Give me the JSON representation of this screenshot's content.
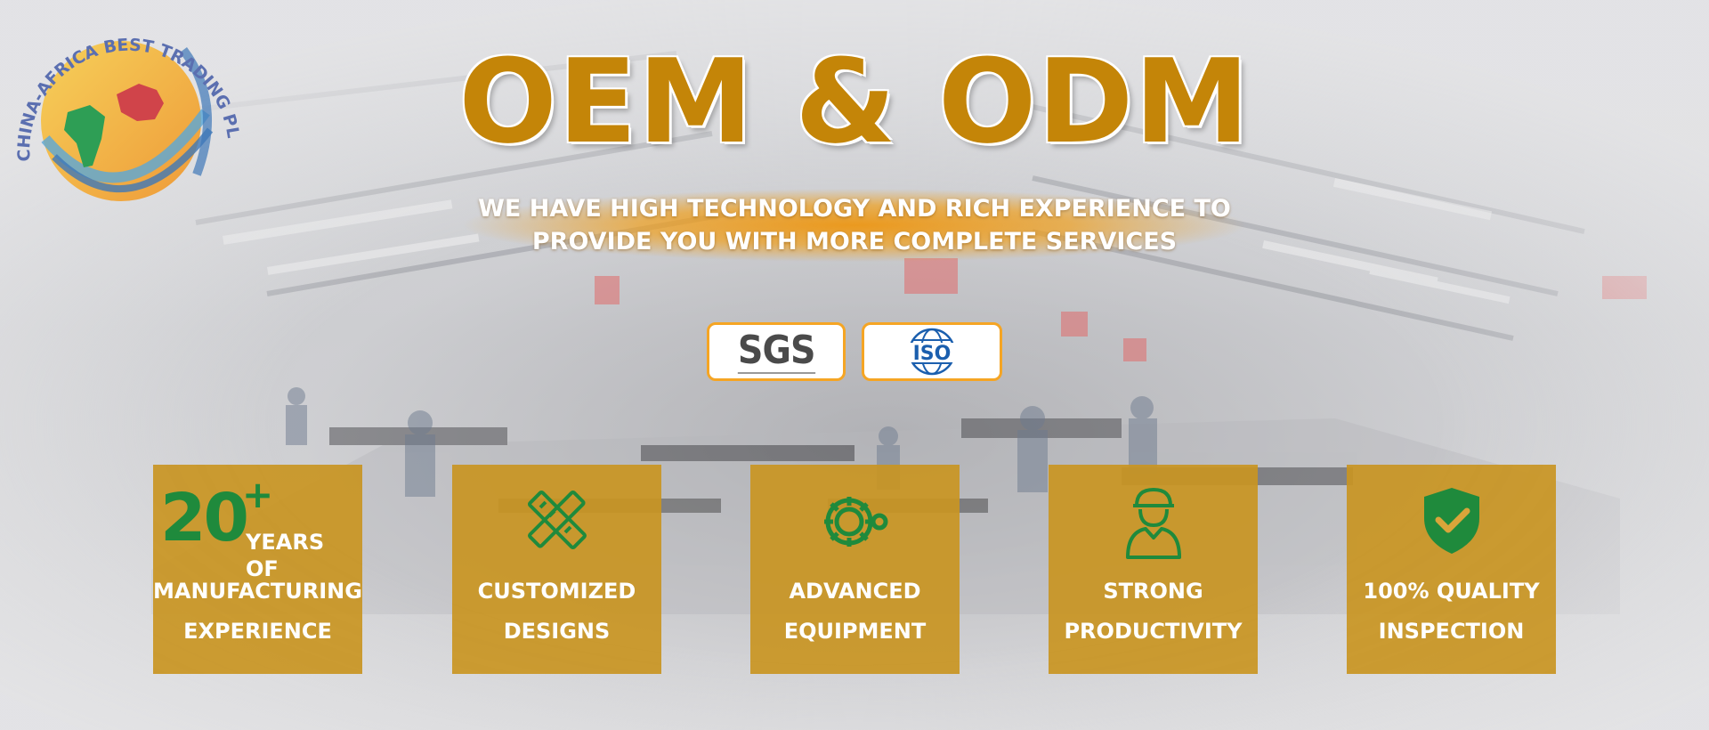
{
  "header": {
    "title": "OEM & ODM",
    "subtitle_line1": "WE HAVE HIGH TECHNOLOGY AND RICH EXPERIENCE TO",
    "subtitle_line2": "PROVIDE YOU WITH MORE COMPLETE SERVICES"
  },
  "logo": {
    "ring_text": "CHINA-AFRICA BEST TRADING PLATFORM",
    "icon": "globe-africa-china-icon"
  },
  "certifications": [
    {
      "label": "SGS",
      "icon": "sgs-logo-icon"
    },
    {
      "label": "ISO",
      "icon": "iso-logo-icon"
    }
  ],
  "features": [
    {
      "number": "20",
      "suffix": "+",
      "line1": "YEARS OF",
      "line2": "MANUFACTURING",
      "line3": "EXPERIENCE"
    },
    {
      "icon": "pencil-ruler-icon",
      "line1": "CUSTOMIZED",
      "line2": "DESIGNS"
    },
    {
      "icon": "gear-icon",
      "line1": "ADVANCED",
      "line2": "EQUIPMENT"
    },
    {
      "icon": "worker-icon",
      "line1": "STRONG",
      "line2": "PRODUCTIVITY"
    },
    {
      "icon": "shield-check-icon",
      "line1": "100% QUALITY",
      "line2": "INSPECTION"
    }
  ],
  "colors": {
    "title": "#c48508",
    "card": "#c99522",
    "icon_green": "#1f8a3c",
    "cert_border": "#f5a524",
    "subtitle_band": "#ec9614"
  }
}
